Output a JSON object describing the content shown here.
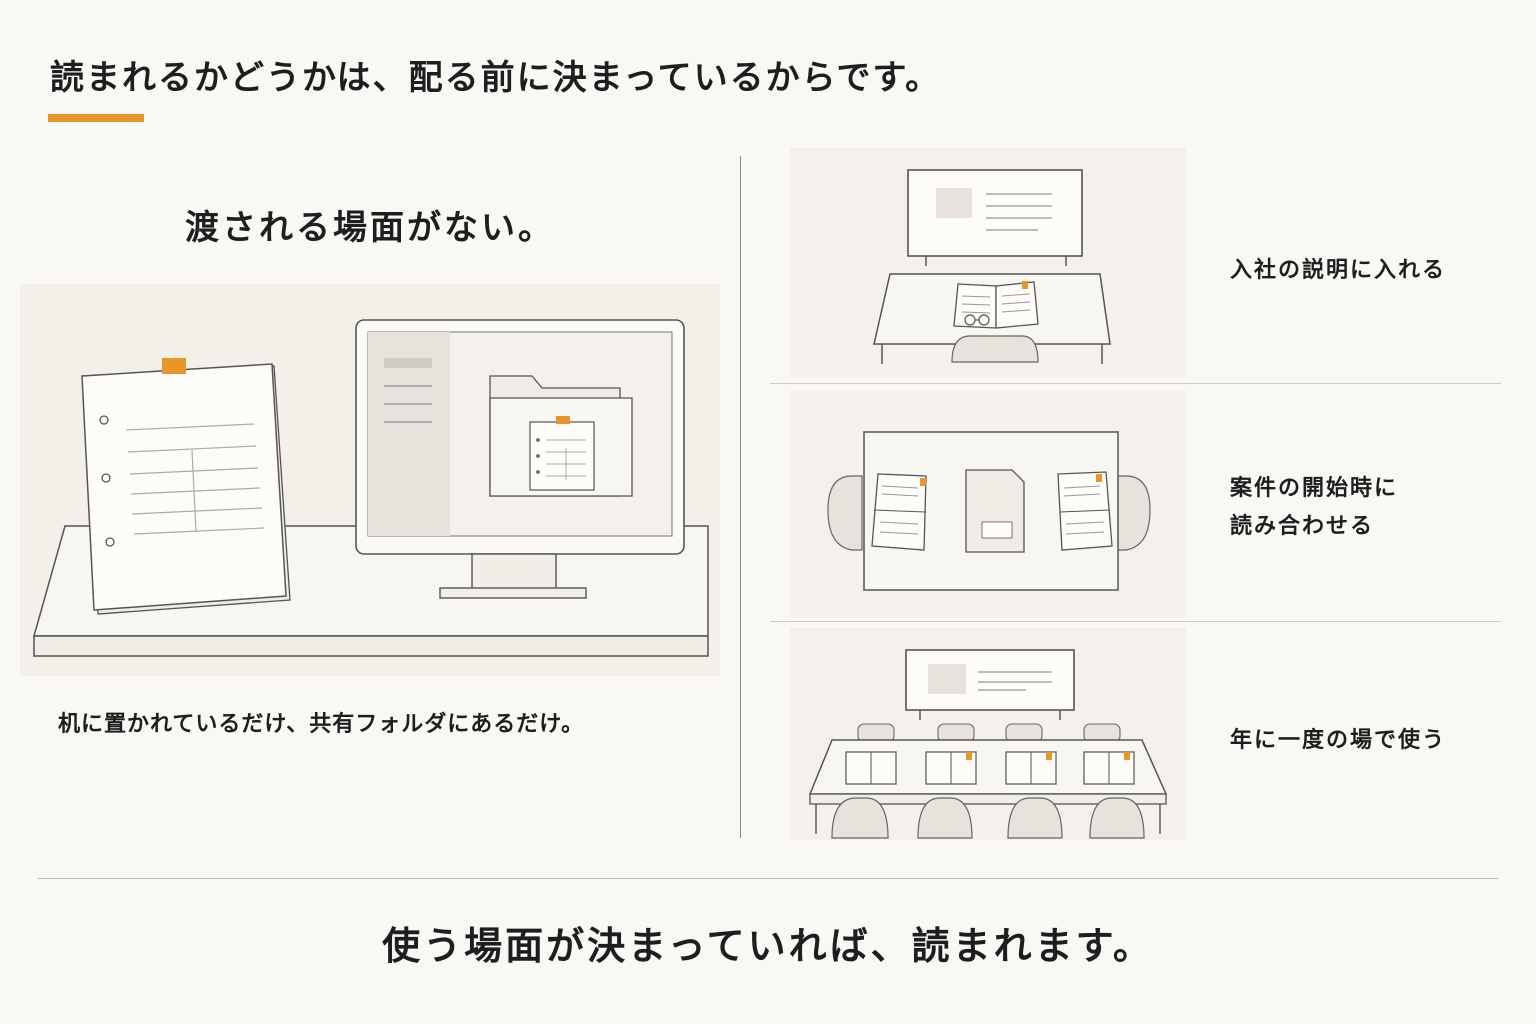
{
  "header": {
    "title": "読まれるかどうかは、配る前に決まっているからです。"
  },
  "left_panel": {
    "heading": "渡される場面がない。",
    "caption": "机に置かれているだけ、共有フォルダにあるだけ。",
    "icons": [
      "binder-icon",
      "monitor-icon",
      "folder-icon",
      "desk-icon"
    ]
  },
  "right_panel": {
    "rows": [
      {
        "label_line1": "入社の説明に入れる",
        "label_line2": "",
        "icons": [
          "screen-icon",
          "desk-icon",
          "open-book-icon",
          "glasses-icon",
          "chair-icon"
        ]
      },
      {
        "label_line1": "案件の開始時に",
        "label_line2": "読み合わせる",
        "icons": [
          "table-icon",
          "open-book-icon",
          "document-icon",
          "chair-icon"
        ]
      },
      {
        "label_line1": "年に一度の場で使う",
        "label_line2": "",
        "icons": [
          "screen-icon",
          "long-table-icon",
          "open-book-icon",
          "chair-icon"
        ]
      }
    ]
  },
  "footer": {
    "message": "使う場面が決まっていれば、読まれます。"
  },
  "colors": {
    "accent": "#e8962a",
    "background": "#faf8f4",
    "line": "#555555",
    "fill_light": "#f1ede7",
    "fill_gray": "#e7e2dc"
  }
}
